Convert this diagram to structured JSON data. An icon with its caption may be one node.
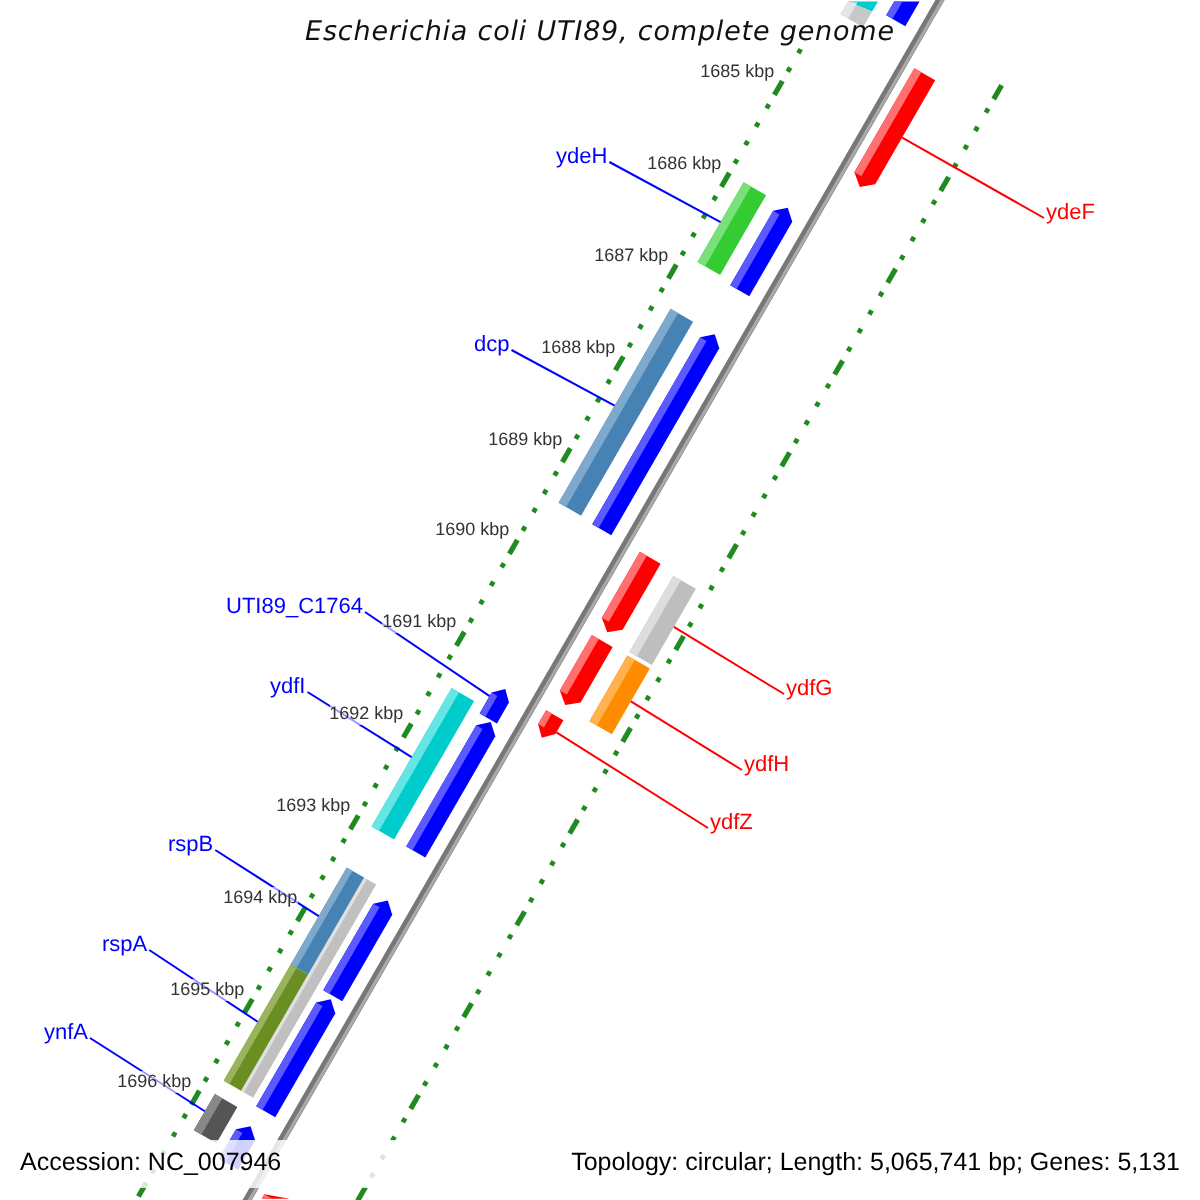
{
  "diagram": {
    "title": "Escherichia coli UTI89, complete genome",
    "nodes": [
      {
        "text": [
          "ydeH"
        ]
      },
      {
        "text": [
          "ydeF"
        ]
      },
      {
        "text": [
          "dcp"
        ]
      },
      {
        "text": [
          "UTI89_C1764"
        ]
      },
      {
        "text": [
          "ydfI"
        ]
      },
      {
        "text": [
          "ydfG"
        ]
      },
      {
        "text": [
          "ydfH"
        ]
      },
      {
        "text": [
          "ydfZ"
        ]
      },
      {
        "text": [
          "rspB"
        ]
      },
      {
        "text": [
          "rspA"
        ]
      },
      {
        "text": [
          "ynfA"
        ]
      },
      {
        "text": [],
        "shape": "pentagon"
      },
      {
        "text": [],
        "shape": "bar"
      },
      {
        "text": [],
        "shape": "bar"
      },
      {
        "text": [],
        "shape": "pentagon"
      },
      {
        "text": [],
        "shape": "pentagon"
      },
      {
        "text": [],
        "shape": "bar"
      },
      {
        "text": [],
        "shape": "pentagon"
      },
      {
        "text": [],
        "shape": "bar"
      },
      {
        "text": [],
        "shape": "pentagon"
      },
      {
        "text": [],
        "shape": "bar"
      },
      {
        "text": [],
        "shape": "pentagon"
      },
      {
        "text": [],
        "shape": "bar"
      },
      {
        "text": [],
        "shape": "pentagon"
      },
      {
        "text": [],
        "shape": "pentagon"
      },
      {
        "text": [],
        "shape": "bar"
      },
      {
        "text": [],
        "shape": "pentagon"
      },
      {
        "text": [],
        "shape": "bar"
      },
      {
        "text": [],
        "shape": "bar"
      },
      {
        "text": [],
        "shape": "pentagon"
      },
      {
        "text": [],
        "shape": "bar"
      },
      {
        "text": [],
        "shape": "pentagon"
      },
      {
        "text": [],
        "shape": "bar"
      },
      {
        "text": [],
        "shape": "pentagon"
      },
      {
        "text": [],
        "shape": "pentagon"
      }
    ],
    "edges": [
      {
        "from": 0,
        "to": 16,
        "arrow": "none"
      },
      {
        "from": 1,
        "to": 14,
        "arrow": "none",
        "color": "#ff0000"
      },
      {
        "from": 2,
        "to": 18,
        "arrow": "none"
      },
      {
        "from": 3,
        "to": 24,
        "arrow": "none"
      },
      {
        "from": 4,
        "to": 25,
        "arrow": "none"
      },
      {
        "from": 5,
        "to": 20,
        "arrow": "none",
        "color": "#ff0000"
      },
      {
        "from": 6,
        "to": 22,
        "arrow": "none",
        "color": "#ff0000"
      },
      {
        "from": 7,
        "to": 23,
        "arrow": "none",
        "color": "#ff0000"
      },
      {
        "from": 8,
        "to": 28,
        "arrow": "none"
      },
      {
        "from": 9,
        "to": 30,
        "arrow": "none"
      },
      {
        "from": 10,
        "to": 32,
        "arrow": "none"
      }
    ],
    "labels": [
      "1685 kbp",
      "1686 kbp",
      "1687 kbp",
      "1688 kbp",
      "1689 kbp",
      "1690 kbp",
      "1691 kbp",
      "1692 kbp",
      "1693 kbp",
      "1694 kbp",
      "1695 kbp",
      "1696 kbp",
      "Accession: NC_007946",
      "Topology: circular; Length: 5,065,741 bp; Genes: 5,131"
    ]
  }
}
